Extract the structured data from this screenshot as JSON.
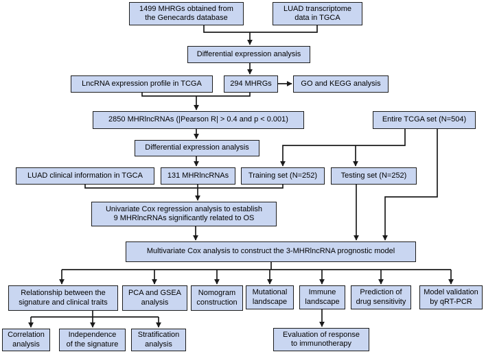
{
  "figure": {
    "type": "flowchart",
    "background": "#ffffff",
    "box_fill": "#c9d6f1",
    "box_border": "#1b1b1b",
    "line_color": "#1b1b1b"
  },
  "nodes": {
    "mhrgs_source": "1499 MHRGs obtained from\nthe Genecards database",
    "luad_transcriptome": "LUAD transcriptome\ndata in TGCA",
    "diff_expr_1": "Differential expression analysis",
    "lncrna_profile": "LncRNA expression profile in TCGA",
    "mhrgs_294": "294 MHRGs",
    "go_kegg": "GO and KEGG analysis",
    "mhrlncrnas_2850": "2850 MHRlncRNAs (|Pearson R| > 0.4 and p < 0.001)",
    "entire_tcga": "Entire TCGA set (N=504)",
    "diff_expr_2": "Differential expression analysis",
    "luad_clinical": "LUAD clinical information in TGCA",
    "mhrlncrnas_131": "131 MHRlncRNAs",
    "training_set": "Training set (N=252)",
    "testing_set": "Testing set (N=252)",
    "univariate_cox": "Univariate Cox regression analysis to establish\n9 MHRlncRNAs significantly related to OS",
    "multivariate_cox": "Multivariate Cox analysis to construct the 3-MHRlncRNA prognostic model",
    "relationship_traits": "Relationship between the\nsignature and clinical traits",
    "pca_gsea": "PCA and GSEA\nanalysis",
    "nomogram": "Nomogram\nconstruction",
    "mutational_landscape": "Mutational\nlandscape",
    "immune_landscape": "Immune\nlandscape",
    "drug_sensitivity": "Prediction of\ndrug sensitivity",
    "model_validation": "Model validation\nby qRT-PCR",
    "correlation": "Correlation\nanalysis",
    "independence": "Independence\nof the signature",
    "stratification": "Stratification\nanalysis",
    "immunotherapy_response": "Evaluation of response\nto immunotherapy"
  }
}
